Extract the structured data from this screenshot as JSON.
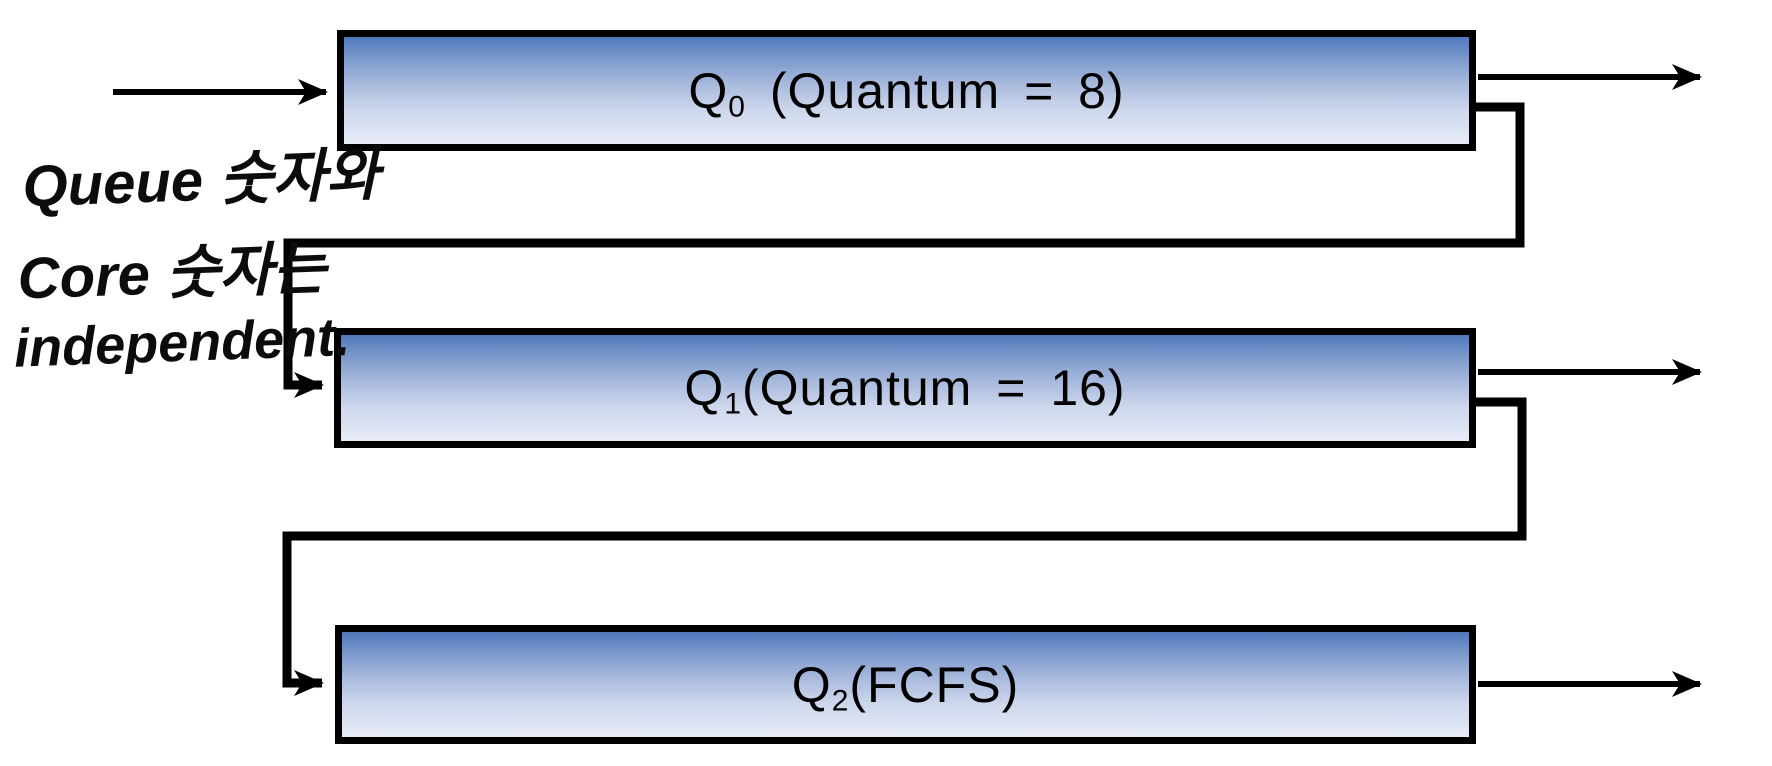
{
  "diagram": {
    "queues": [
      {
        "name": "Q",
        "sub": "0",
        "suffix": " (Quantum = 8)"
      },
      {
        "name": "Q",
        "sub": "1",
        "suffix": "(Quantum = 16)"
      },
      {
        "name": "Q",
        "sub": "2",
        "suffix": "(FCFS)"
      }
    ],
    "annotation": {
      "lines": [
        "Queue 숫자와",
        "Core 숫자는",
        "independent."
      ]
    },
    "colors": {
      "box_border": "#000000",
      "box_gradient_top": "#4f78bc",
      "box_gradient_mid": "#aabbdd",
      "box_gradient_bottom": "#e7ecf7",
      "arrow": "#000000",
      "handwriting_ink": "#0c0c0c",
      "background": "#ffffff"
    }
  }
}
